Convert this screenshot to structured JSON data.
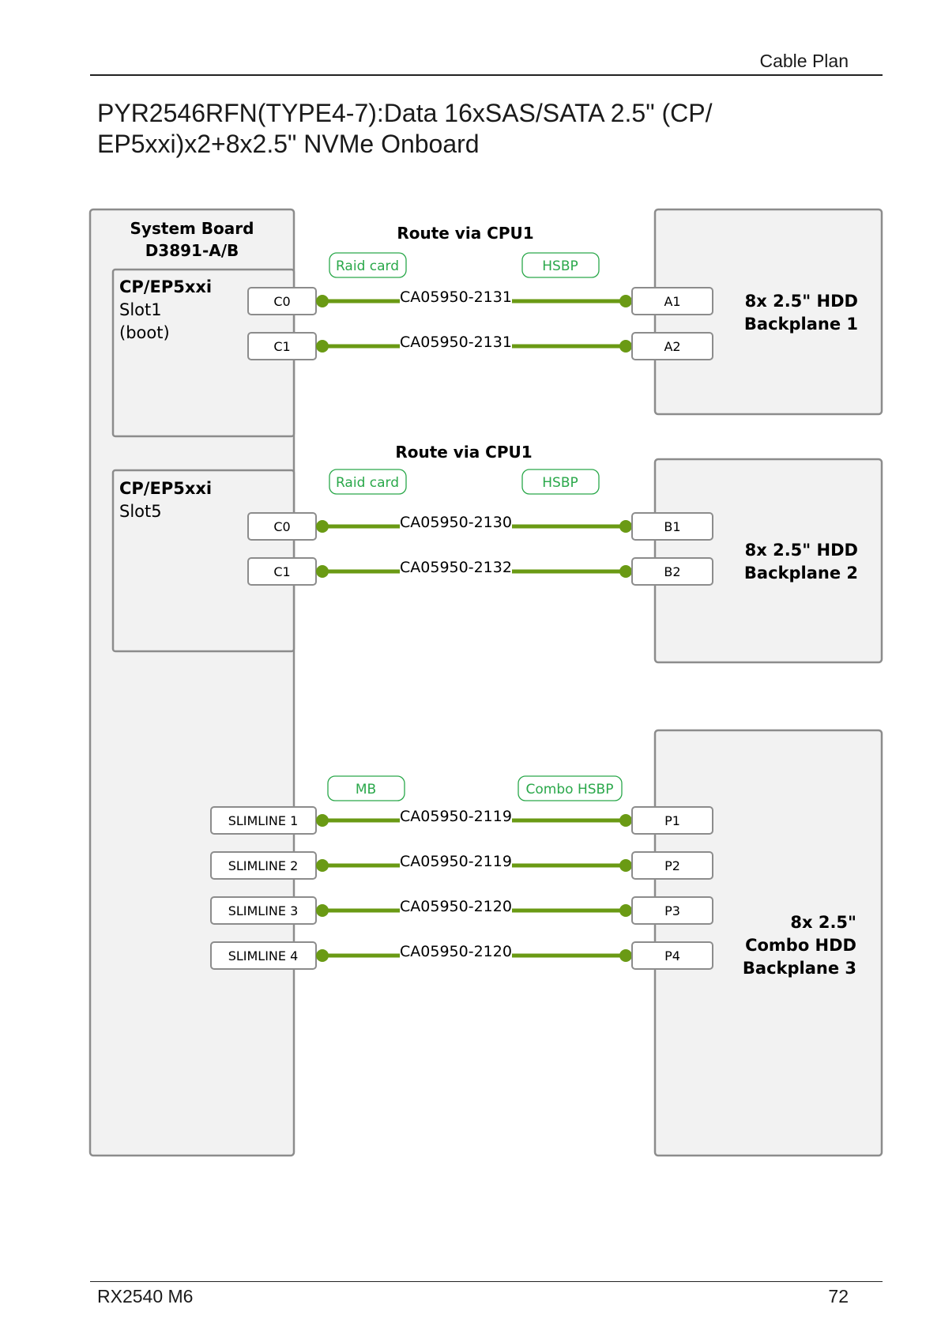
{
  "header": {
    "section": "Cable Plan"
  },
  "title": "PYR2546RFN(TYPE4-7):Data 16xSAS/SATA 2.5\" (CP/ EP5xxi)x2+8x2.5\" NVMe Onboard",
  "footer": {
    "model": "RX2540 M6",
    "page": "72"
  },
  "colors": {
    "cable": "#6a9a14",
    "tag": "#2aa84a",
    "box_fill": "#f2f2f2",
    "box_stroke": "#8c8c8c"
  },
  "diagram": {
    "system_board": {
      "line1": "System Board",
      "line2": "D3891-A/B"
    },
    "controllers": [
      {
        "name": "CP/EP5xxi",
        "line2": "Slot1",
        "line3": "(boot)"
      },
      {
        "name": "CP/EP5xxi",
        "line2": "Slot5",
        "line3": ""
      }
    ],
    "groups": [
      {
        "route": "Route via CPU1",
        "tag_left": "Raid card",
        "tag_right": "HSBP",
        "backplane": [
          "8x 2.5\" HDD",
          "Backplane 1"
        ],
        "connections": [
          {
            "from": "C0",
            "cable": "CA05950-2131",
            "to": "A1"
          },
          {
            "from": "C1",
            "cable": "CA05950-2131",
            "to": "A2"
          }
        ]
      },
      {
        "route": "Route via CPU1",
        "tag_left": "Raid card",
        "tag_right": "HSBP",
        "backplane": [
          "8x 2.5\" HDD",
          "Backplane 2"
        ],
        "connections": [
          {
            "from": "C0",
            "cable": "CA05950-2130",
            "to": "B1"
          },
          {
            "from": "C1",
            "cable": "CA05950-2132",
            "to": "B2"
          }
        ]
      },
      {
        "route": "",
        "tag_left": "MB",
        "tag_right": "Combo HSBP",
        "backplane": [
          "8x 2.5\"",
          "Combo HDD",
          "Backplane 3"
        ],
        "connections": [
          {
            "from": "SLIMLINE 1",
            "cable": "CA05950-2119",
            "to": "P1"
          },
          {
            "from": "SLIMLINE 2",
            "cable": "CA05950-2119",
            "to": "P2"
          },
          {
            "from": "SLIMLINE 3",
            "cable": "CA05950-2120",
            "to": "P3"
          },
          {
            "from": "SLIMLINE 4",
            "cable": "CA05950-2120",
            "to": "P4"
          }
        ]
      }
    ]
  }
}
